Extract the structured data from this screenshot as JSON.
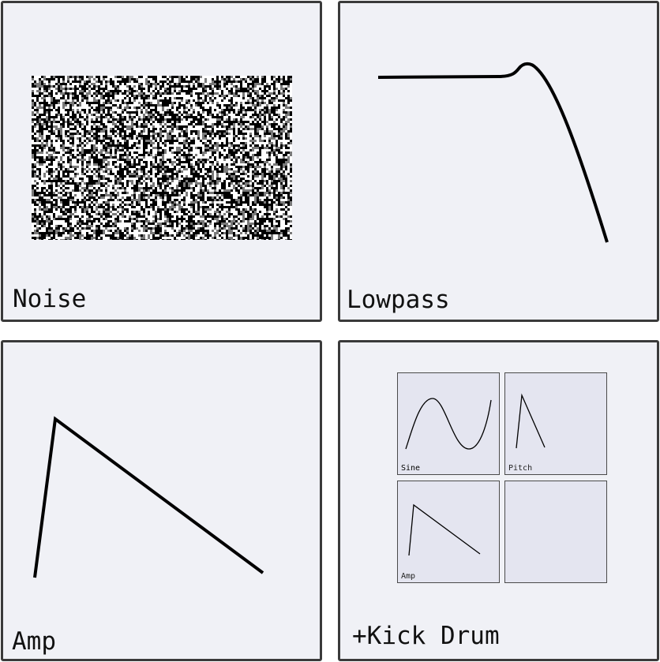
{
  "panels": {
    "noise": {
      "label": "Noise"
    },
    "lowpass": {
      "label": "Lowpass"
    },
    "amp": {
      "label": "Amp"
    },
    "kick": {
      "label": "+Kick Drum",
      "mini": {
        "sine": {
          "label": "Sine"
        },
        "pitch": {
          "label": "Pitch"
        },
        "amp": {
          "label": "Amp"
        }
      }
    }
  },
  "colors": {
    "panel_bg": "#f0f1f6",
    "mini_bg": "#e4e5f0",
    "border": "#3a3a3a",
    "stroke": "#000000"
  },
  "icons": {
    "noise": "white-noise-pattern",
    "lowpass": "lowpass-filter-curve",
    "amp": "amp-envelope-curve",
    "sine": "sine-wave-curve",
    "pitch": "pitch-envelope-curve"
  }
}
